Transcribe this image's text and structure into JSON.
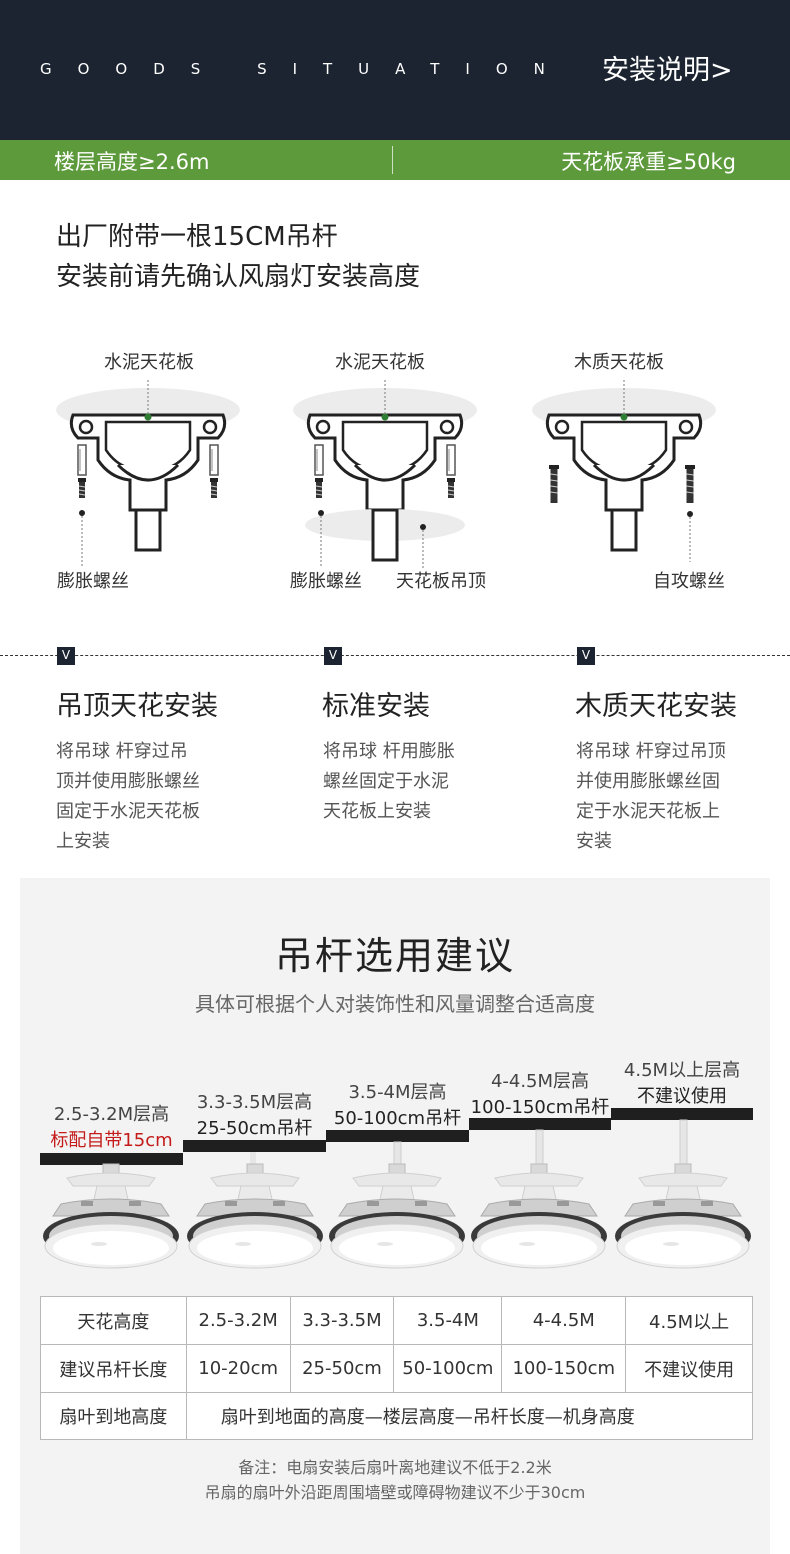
{
  "header": {
    "goods_situation": "GOODS SITUATION",
    "install_title": "安装说明>",
    "floor_height": "楼层高度≥2.6m",
    "ceiling_load": "天花板承重≥50kg"
  },
  "intro": {
    "line1": "出厂附带一根15CM吊杆",
    "line2": "安装前请先确认风扇灯安装高度"
  },
  "diagrams": [
    {
      "top_label": "水泥天花板",
      "bottom_labels": [
        "膨胀螺丝"
      ]
    },
    {
      "top_label": "水泥天花板",
      "bottom_labels": [
        "膨胀螺丝",
        "天花板吊顶"
      ]
    },
    {
      "top_label": "木质天花板",
      "bottom_labels": [
        "自攻螺丝"
      ]
    }
  ],
  "install_types": [
    {
      "title": "吊顶天花安装",
      "lines": [
        "将吊球 杆穿过吊",
        "顶并使用膨胀螺丝",
        "固定于水泥天花板",
        "上安装"
      ]
    },
    {
      "title": "标准安装",
      "lines": [
        "将吊球 杆用膨胀",
        "螺丝固定于水泥",
        "天花板上安装"
      ]
    },
    {
      "title": "木质天花安装",
      "lines": [
        "将吊球 杆穿过吊顶",
        "并使用膨胀螺丝固",
        "定于水泥天花板上",
        "安装"
      ]
    }
  ],
  "marker_symbol": "V",
  "rod_section": {
    "title": "吊杆选用建议",
    "subtitle": "具体可根据个人对装饰性和风量调整合适高度",
    "options": [
      {
        "height": "2.5-3.2M层高",
        "rod": "标配自带15cm"
      },
      {
        "height": "3.3-3.5M层高",
        "rod": "25-50cm吊杆"
      },
      {
        "height": "3.5-4M层高",
        "rod": "50-100cm吊杆"
      },
      {
        "height": "4-4.5M层高",
        "rod": "100-150cm吊杆"
      },
      {
        "height": "4.5M以上层高",
        "rod": "不建议使用"
      }
    ]
  },
  "table": {
    "row1": [
      "天花高度",
      "2.5-3.2M",
      "3.3-3.5M",
      "3.5-4M",
      "4-4.5M",
      "4.5M以上"
    ],
    "row2": [
      "建议吊杆长度",
      "10-20cm",
      "25-50cm",
      "50-100cm",
      "100-150cm",
      "不建议使用"
    ],
    "row3": [
      "扇叶到地高度",
      "扇叶到地面的高度—楼层高度—吊杆长度—机身高度"
    ]
  },
  "note": {
    "line1": "备注：电扇安装后扇叶离地建议不低于2.2米",
    "line2": "吊扇的扇叶外沿距周围墙壁或障碍物建议不少于30cm"
  },
  "colors": {
    "header_bg": "#1b2430",
    "green": "#5d9a3c",
    "highlight_red": "#c41a1a",
    "marker_green": "#2e7d32"
  }
}
